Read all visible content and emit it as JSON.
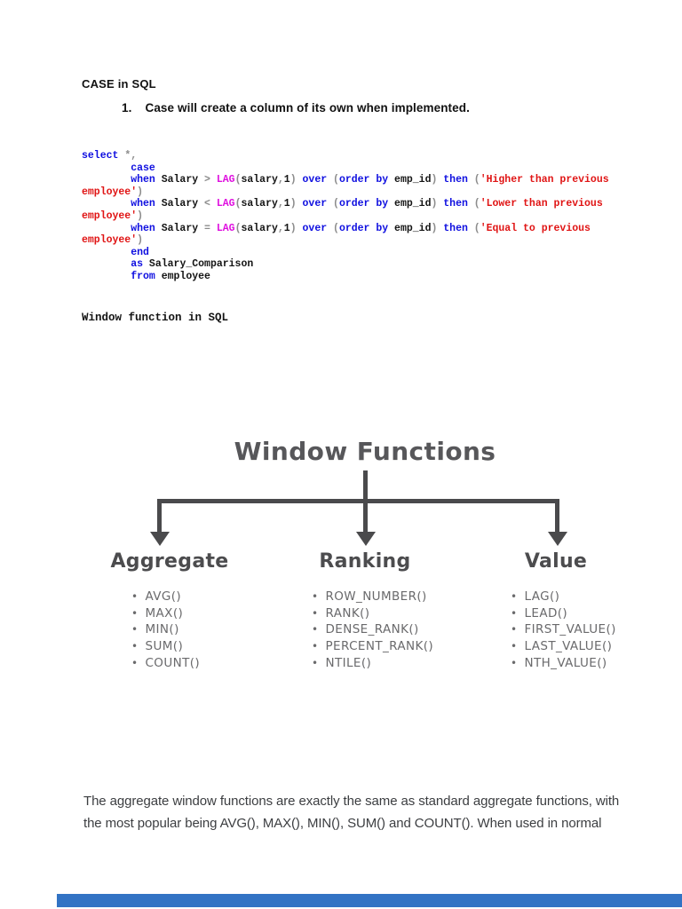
{
  "doc": {
    "heading": "CASE in SQL",
    "list_item": {
      "number": "1.",
      "text": "Case will create a column of its own when implemented."
    },
    "section_heading": "Window function in SQL"
  },
  "code": {
    "lines": [
      [
        {
          "c": "k",
          "t": "select"
        },
        {
          "c": "p",
          "t": " *,"
        }
      ],
      [
        {
          "c": "p",
          "t": "        "
        },
        {
          "c": "k",
          "t": "case"
        }
      ],
      [
        {
          "c": "p",
          "t": "        "
        },
        {
          "c": "k",
          "t": "when"
        },
        {
          "c": "i",
          "t": " Salary "
        },
        {
          "c": "p",
          "t": ">"
        },
        {
          "c": "f",
          "t": " LAG"
        },
        {
          "c": "p",
          "t": "("
        },
        {
          "c": "i",
          "t": "salary"
        },
        {
          "c": "p",
          "t": ","
        },
        {
          "c": "i",
          "t": "1"
        },
        {
          "c": "p",
          "t": ") "
        },
        {
          "c": "k",
          "t": "over"
        },
        {
          "c": "p",
          "t": " ("
        },
        {
          "c": "k",
          "t": "order by"
        },
        {
          "c": "i",
          "t": " emp_id"
        },
        {
          "c": "p",
          "t": ") "
        },
        {
          "c": "k",
          "t": "then"
        },
        {
          "c": "p",
          "t": " ("
        },
        {
          "c": "s",
          "t": "'Higher than previous"
        }
      ],
      [
        {
          "c": "s",
          "t": "employee'"
        },
        {
          "c": "p",
          "t": ")"
        }
      ],
      [
        {
          "c": "p",
          "t": "        "
        },
        {
          "c": "k",
          "t": "when"
        },
        {
          "c": "i",
          "t": " Salary "
        },
        {
          "c": "p",
          "t": "<"
        },
        {
          "c": "f",
          "t": " LAG"
        },
        {
          "c": "p",
          "t": "("
        },
        {
          "c": "i",
          "t": "salary"
        },
        {
          "c": "p",
          "t": ","
        },
        {
          "c": "i",
          "t": "1"
        },
        {
          "c": "p",
          "t": ") "
        },
        {
          "c": "k",
          "t": "over"
        },
        {
          "c": "p",
          "t": " ("
        },
        {
          "c": "k",
          "t": "order by"
        },
        {
          "c": "i",
          "t": " emp_id"
        },
        {
          "c": "p",
          "t": ") "
        },
        {
          "c": "k",
          "t": "then"
        },
        {
          "c": "p",
          "t": " ("
        },
        {
          "c": "s",
          "t": "'Lower than previous"
        }
      ],
      [
        {
          "c": "s",
          "t": "employee'"
        },
        {
          "c": "p",
          "t": ")"
        }
      ],
      [
        {
          "c": "p",
          "t": "        "
        },
        {
          "c": "k",
          "t": "when"
        },
        {
          "c": "i",
          "t": " Salary "
        },
        {
          "c": "p",
          "t": "="
        },
        {
          "c": "f",
          "t": " LAG"
        },
        {
          "c": "p",
          "t": "("
        },
        {
          "c": "i",
          "t": "salary"
        },
        {
          "c": "p",
          "t": ","
        },
        {
          "c": "i",
          "t": "1"
        },
        {
          "c": "p",
          "t": ") "
        },
        {
          "c": "k",
          "t": "over"
        },
        {
          "c": "p",
          "t": " ("
        },
        {
          "c": "k",
          "t": "order by"
        },
        {
          "c": "i",
          "t": " emp_id"
        },
        {
          "c": "p",
          "t": ") "
        },
        {
          "c": "k",
          "t": "then"
        },
        {
          "c": "p",
          "t": " ("
        },
        {
          "c": "s",
          "t": "'Equal to previous"
        }
      ],
      [
        {
          "c": "s",
          "t": "employee'"
        },
        {
          "c": "p",
          "t": ")"
        }
      ],
      [
        {
          "c": "p",
          "t": "        "
        },
        {
          "c": "k",
          "t": "end"
        }
      ],
      [
        {
          "c": "p",
          "t": "        "
        },
        {
          "c": "k",
          "t": "as"
        },
        {
          "c": "i",
          "t": " Salary_Comparison"
        }
      ],
      [
        {
          "c": "p",
          "t": "        "
        },
        {
          "c": "k",
          "t": "from"
        },
        {
          "c": "i",
          "t": " employee"
        }
      ]
    ]
  },
  "diagram": {
    "title": "Window Functions",
    "columns": [
      {
        "label": "Aggregate",
        "items": [
          "AVG()",
          "MAX()",
          "MIN()",
          "SUM()",
          "COUNT()"
        ]
      },
      {
        "label": "Ranking",
        "items": [
          "ROW_NUMBER()",
          "RANK()",
          "DENSE_RANK()",
          "PERCENT_RANK()",
          "NTILE()"
        ]
      },
      {
        "label": "Value",
        "items": [
          "LAG()",
          "LEAD()",
          "FIRST_VALUE()",
          "LAST_VALUE()",
          "NTH_VALUE()"
        ]
      }
    ],
    "bullet_glyph": "•"
  },
  "paragraph": {
    "lines": [
      "The aggregate window functions are exactly the same as standard aggregate functions, with",
      "the most popular being AVG(), MAX(), MIN(), SUM() and COUNT(). When used in normal"
    ]
  },
  "colors": {
    "code_keyword": "#0f0fe0",
    "code_function": "#df0fdf",
    "code_string": "#e01414",
    "code_identifier": "#141414",
    "code_punctuation": "#8c8c8c",
    "diagram_gray": "#4a4a4c",
    "diagram_text": "#6a6a6c",
    "footer_blue": "#3273c4"
  }
}
